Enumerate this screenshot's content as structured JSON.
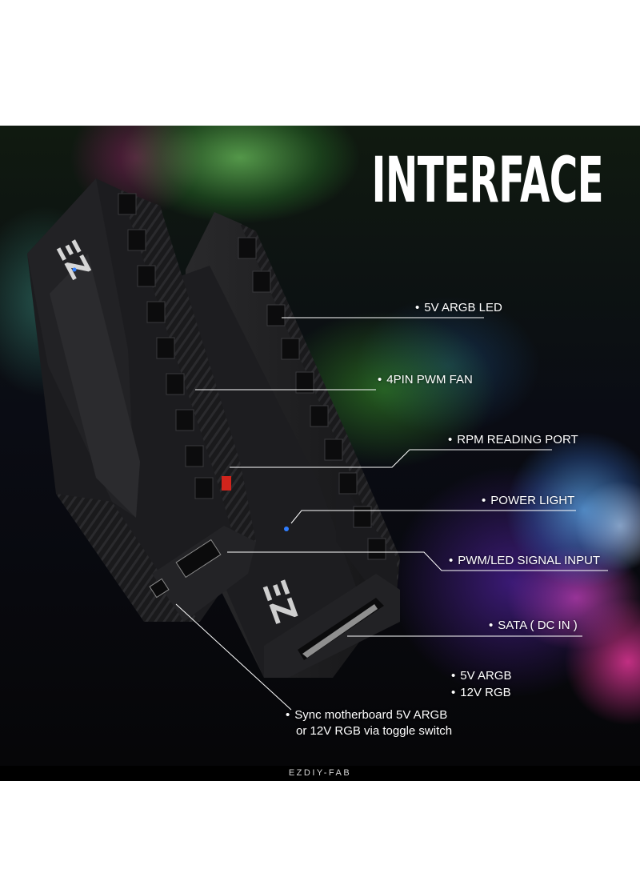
{
  "title": "INTERFACE",
  "callouts": {
    "argb_led": "5V ARGB LED",
    "pwm_fan": "4PIN PWM FAN",
    "rpm_port": "RPM READING PORT",
    "power_light": "POWER LIGHT",
    "signal_input": "PWM/LED SIGNAL INPUT",
    "sata": "SATA ( DC IN )",
    "argb_5v": "5V ARGB",
    "rgb_12v": "12V RGB",
    "sync_line1": "Sync motherboard 5V ARGB",
    "sync_line2": "or 12V RGB via toggle switch"
  },
  "bullet": "•",
  "footer_brand": "EZDIY-FAB",
  "colors": {
    "text": "#ffffff",
    "leader_line": "#ffffff",
    "power_led": "#2f7dff",
    "rpm_led": "#d0241c",
    "hub_body": "#1c1c1e"
  }
}
